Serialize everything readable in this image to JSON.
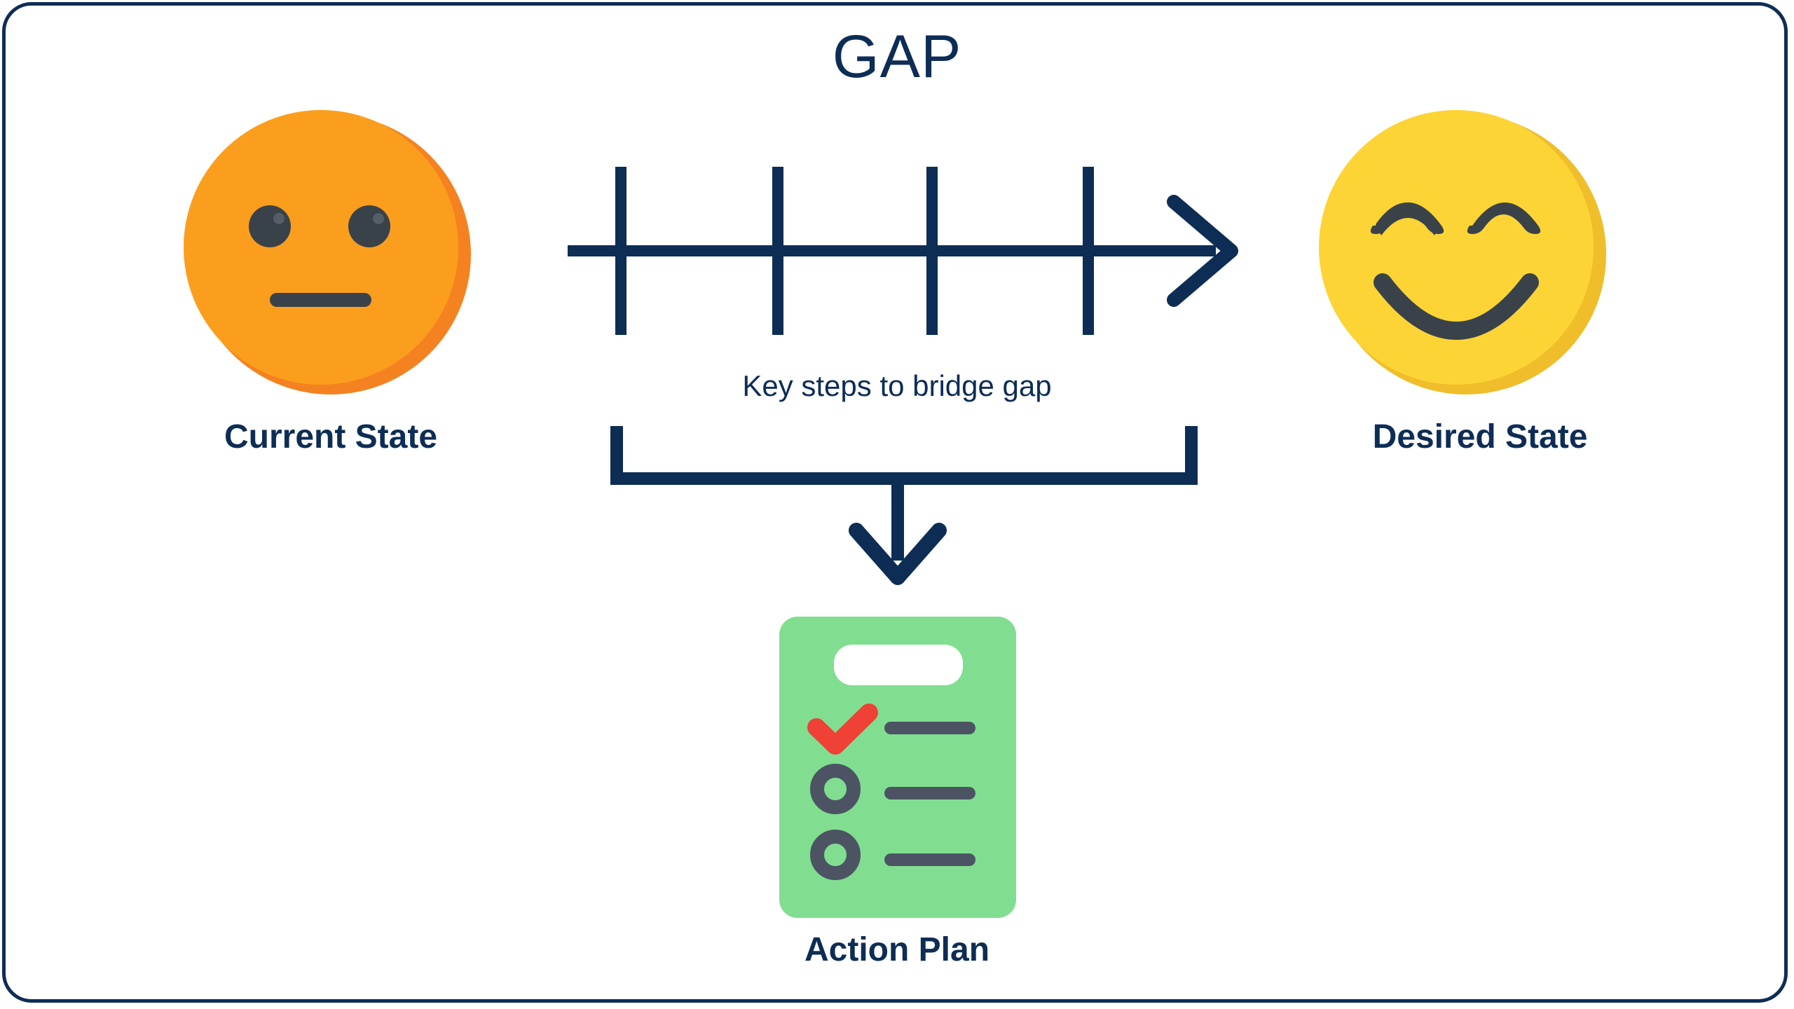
{
  "diagram": {
    "title": "GAP",
    "type": "gap-analysis-diagram"
  },
  "left_node": {
    "label": "Current State",
    "icon": "neutral-face-emoji",
    "face_color": "#FB9E1E",
    "face_shadow_color": "#F58220",
    "feature_color": "#3A4249"
  },
  "right_node": {
    "label": "Desired State",
    "icon": "smiling-face-emoji",
    "face_color": "#FCD436",
    "face_shadow_color": "#EFBE2A",
    "feature_color": "#3A4249"
  },
  "timeline": {
    "label": "Key steps to bridge gap",
    "tick_count": 4,
    "arrow_direction": "right",
    "stroke_color": "#0d2d55"
  },
  "bracket": {
    "arrow_direction": "down",
    "stroke_color": "#0d2d55"
  },
  "bottom_node": {
    "label": "Action Plan",
    "icon": "clipboard-checklist-icon",
    "board_color": "#81DE90",
    "clip_color": "#FFFFFF",
    "check_color": "#EF4136",
    "line_color": "#4C5463",
    "items": [
      {
        "state": "checked",
        "marker": "check-icon"
      },
      {
        "state": "unchecked",
        "marker": "circle-icon"
      },
      {
        "state": "unchecked",
        "marker": "circle-icon"
      }
    ]
  },
  "theme": {
    "accent": "#0d2d55",
    "background": "#FFFFFF",
    "border": "#0d2d55"
  }
}
